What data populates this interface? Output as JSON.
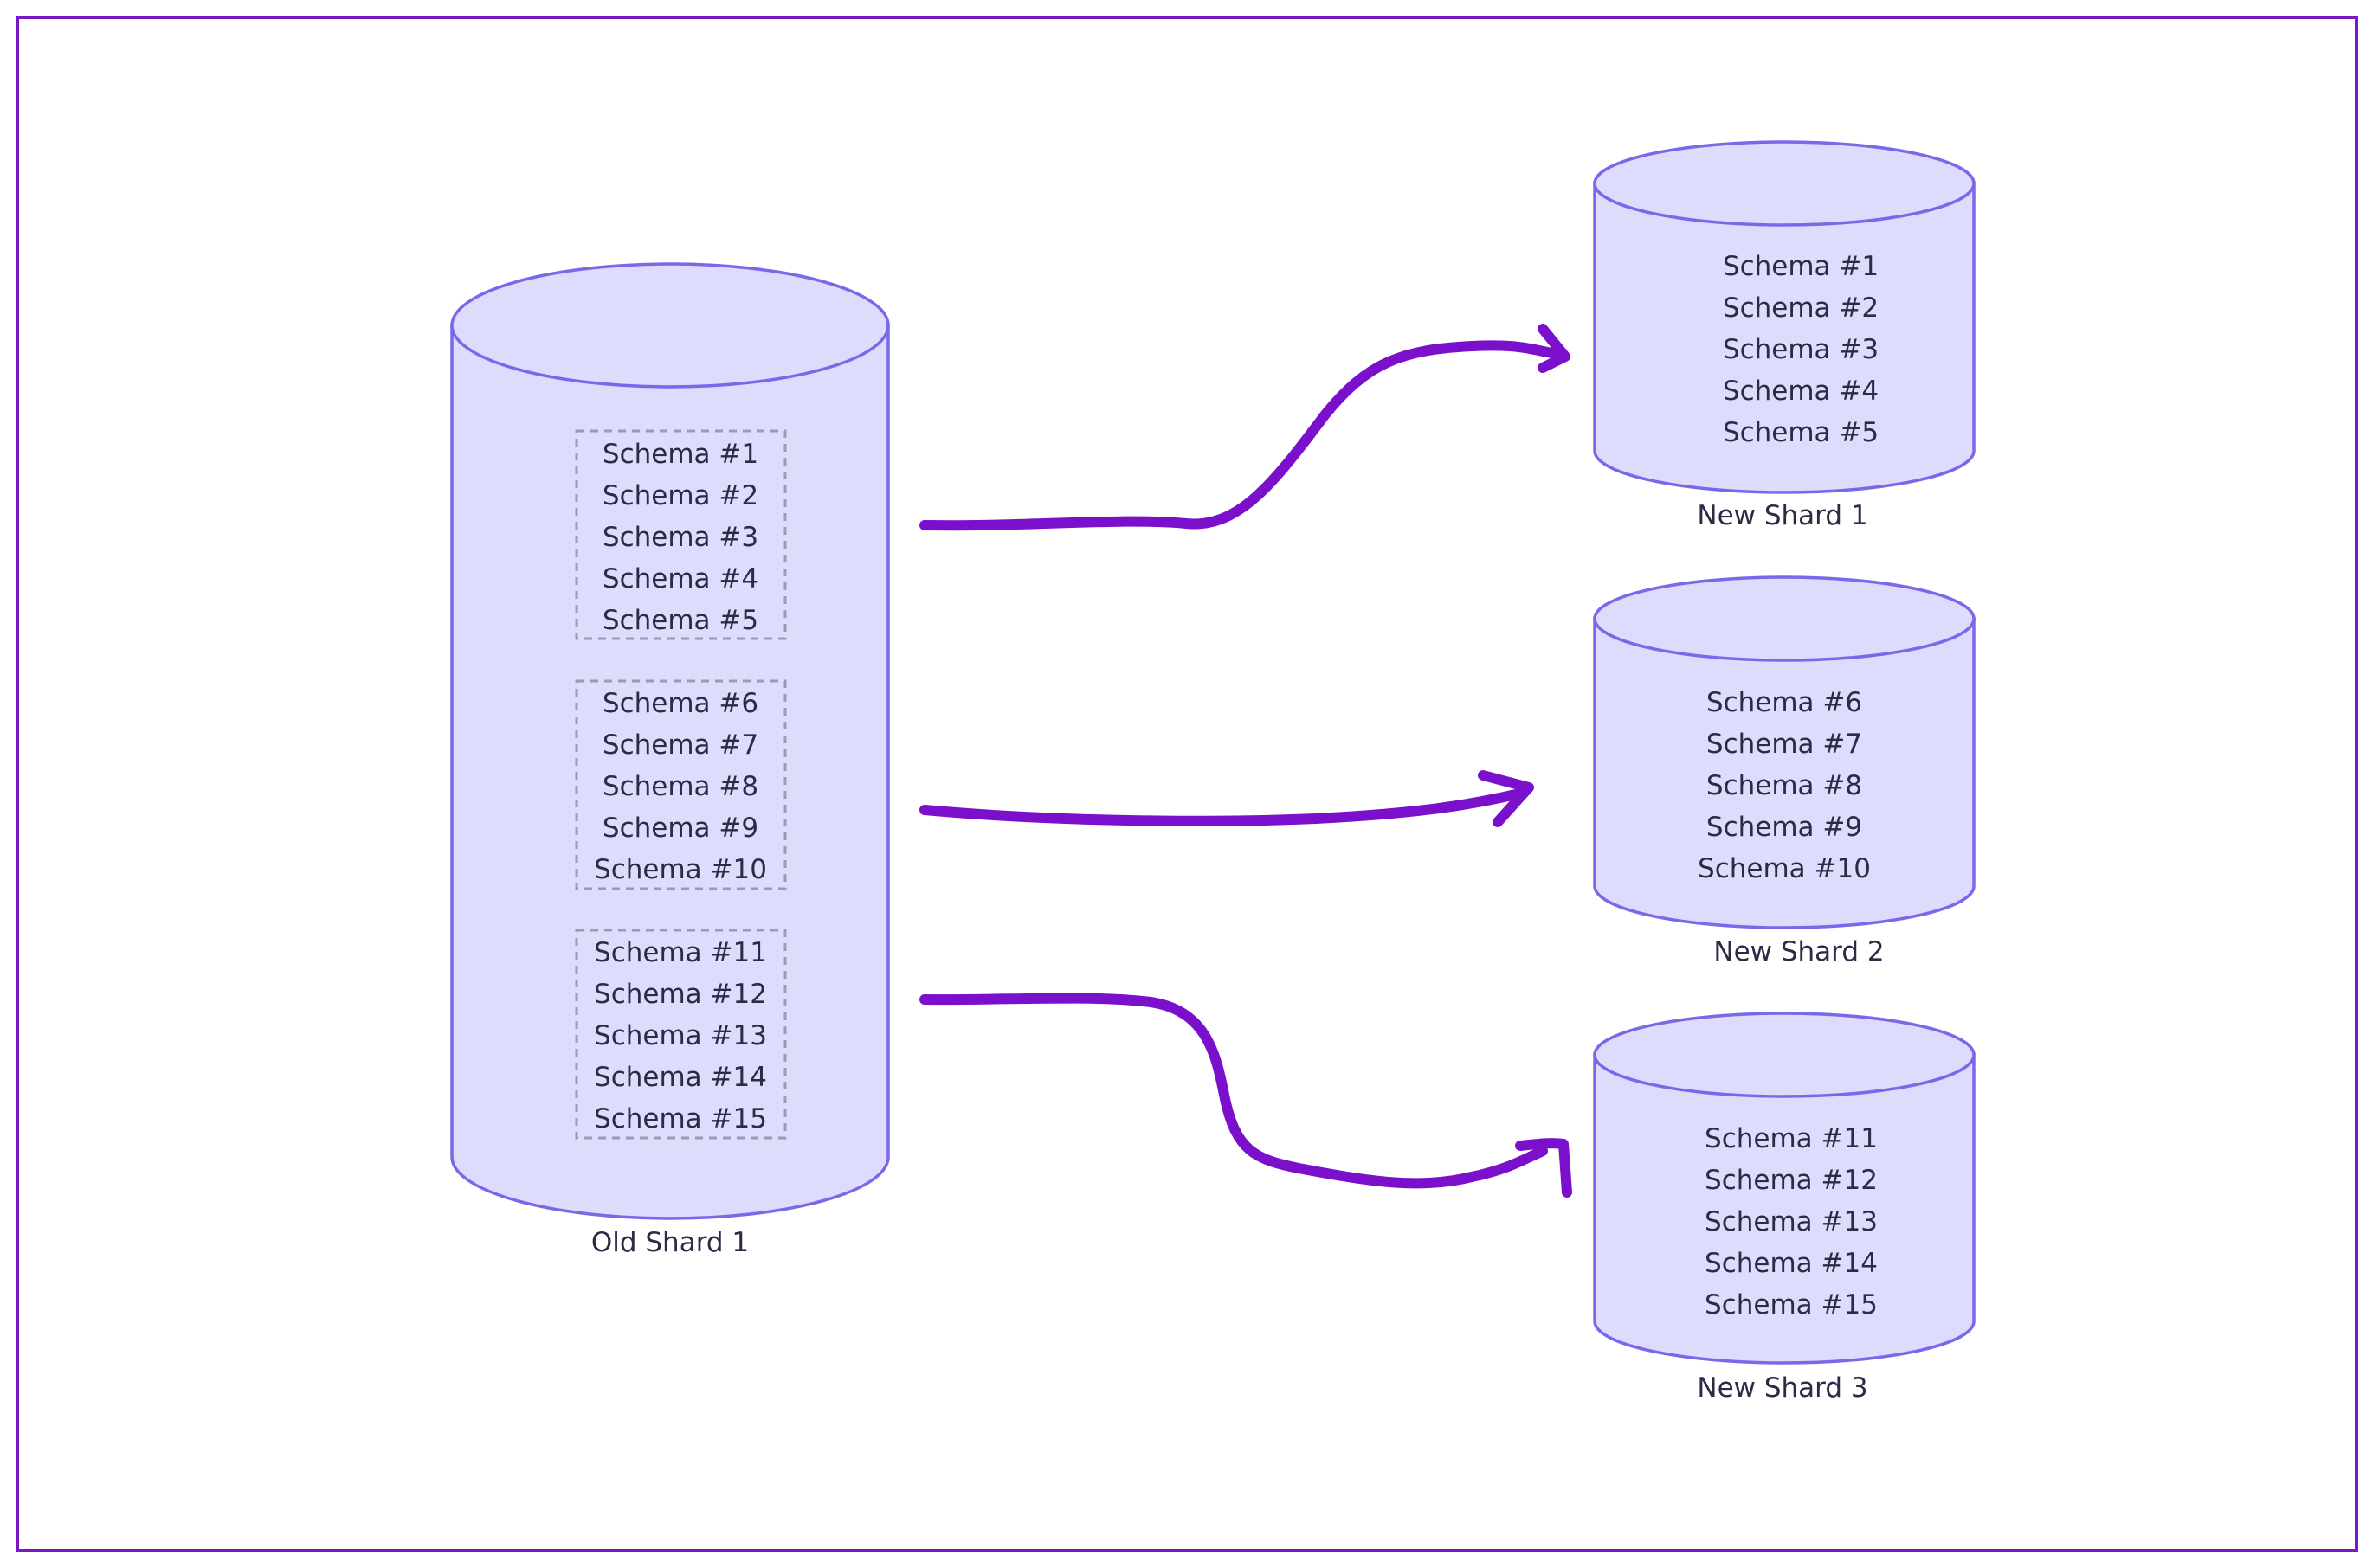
{
  "old_shard": {
    "label": "Old Shard 1",
    "groups": [
      [
        "Schema #1",
        "Schema #2",
        "Schema #3",
        "Schema #4",
        "Schema #5"
      ],
      [
        "Schema #6",
        "Schema #7",
        "Schema #8",
        "Schema #9",
        "Schema #10"
      ],
      [
        "Schema #11",
        "Schema #12",
        "Schema #13",
        "Schema #14",
        "Schema #15"
      ]
    ]
  },
  "new_shards": [
    {
      "label": "New Shard 1",
      "schemas": [
        "Schema #1",
        "Schema #2",
        "Schema #3",
        "Schema #4",
        "Schema #5"
      ]
    },
    {
      "label": "New Shard 2",
      "schemas": [
        "Schema #6",
        "Schema #7",
        "Schema #8",
        "Schema #9",
        "Schema #10"
      ]
    },
    {
      "label": "New Shard 3",
      "schemas": [
        "Schema #11",
        "Schema #12",
        "Schema #13",
        "Schema #14",
        "Schema #15"
      ]
    }
  ],
  "colors": {
    "frame": "#7a18c8",
    "cylinder_fill": "#dedcfd",
    "cylinder_stroke": "#7a68ea",
    "arrow": "#7a0fcc",
    "text": "#2b2b45",
    "group_border": "#9a9ab0"
  }
}
